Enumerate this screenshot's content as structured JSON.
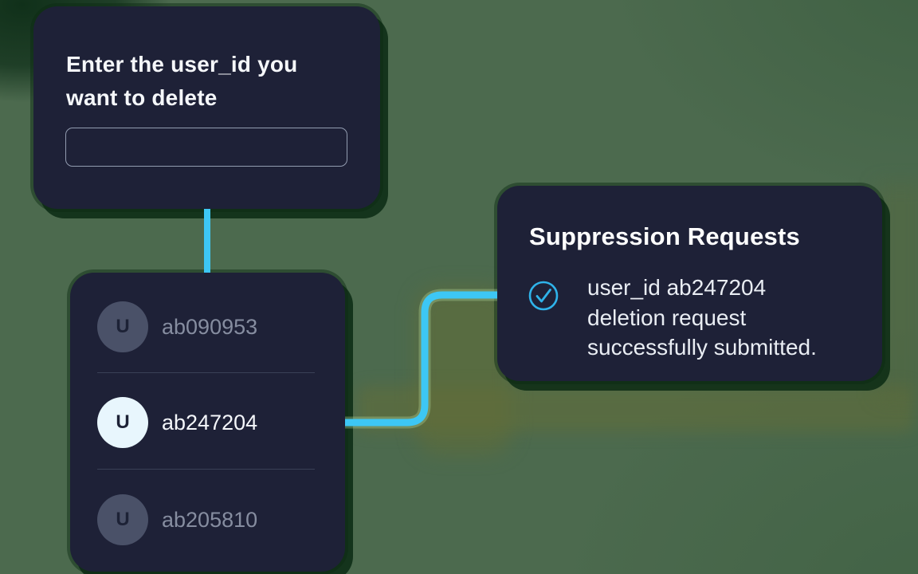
{
  "colors": {
    "background_green": "#4c6a4e",
    "card_navy": "#1e2137",
    "connector_cyan": "#3dc7f4",
    "check_icon_cyan": "#2fb3ea",
    "muted_text": "#868da0",
    "selected_text": "#f4f6fa",
    "avatar_gray": "#4a5168",
    "avatar_selected": "#e8f6fd"
  },
  "prompt_card": {
    "title_line1": "Enter the user_id you",
    "title_line2": "want to delete",
    "input_value": "",
    "input_placeholder": ""
  },
  "user_list": {
    "avatar_letter": "U",
    "items": [
      {
        "id": "ab090953",
        "selected": false
      },
      {
        "id": "ab247204",
        "selected": true
      },
      {
        "id": "ab205810",
        "selected": false
      }
    ]
  },
  "result_card": {
    "title": "Suppression Requests",
    "status_icon": "check-circle",
    "message_line1": "user_id ab247204",
    "message_line2": "deletion request",
    "message_line3": "successfully submitted."
  }
}
